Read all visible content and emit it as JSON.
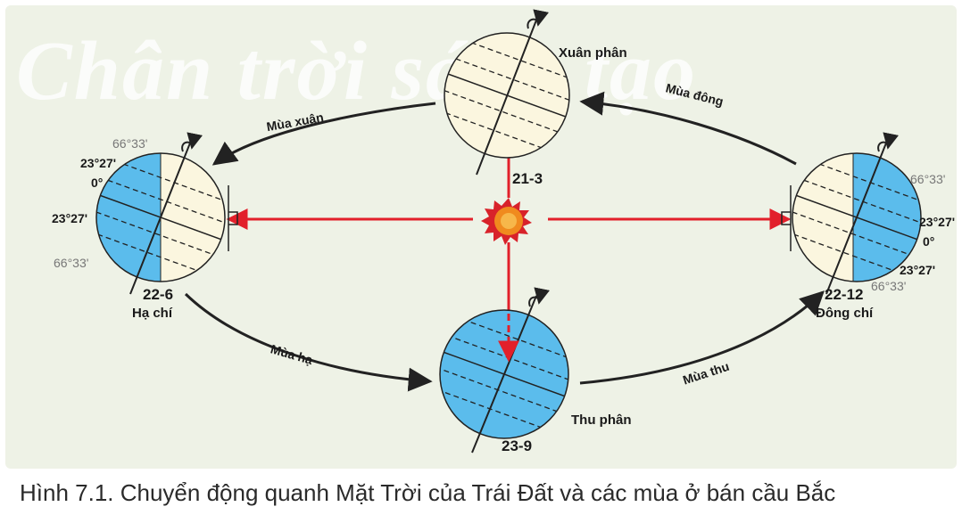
{
  "watermark": "Chân trời sáng tạo",
  "caption": "Hình 7.1. Chuyển động quanh Mặt Trời của Trái Đất và các mùa ở bán cầu Bắc",
  "colors": {
    "day_side": "#fbf6df",
    "night_side": "#5bbcec",
    "sun_core": "#f08a1e",
    "sun_rays": "#d8222a",
    "orbit": "#222222",
    "sun_ray_lines": "#e2202b"
  },
  "positions": {
    "spring": {
      "name": "Xuân phân",
      "date": "21-3"
    },
    "summer": {
      "name": "Hạ chí",
      "date": "22-6"
    },
    "autumn": {
      "name": "Thu phân",
      "date": "23-9"
    },
    "winter": {
      "name": "Đông chí",
      "date": "22-12"
    }
  },
  "seasons": {
    "spring": "Mùa xuân",
    "summer": "Mùa hạ",
    "autumn": "Mùa thu",
    "winter": "Mùa đông"
  },
  "latitudes": {
    "arctic": "66°33'",
    "tropic": "23°27'",
    "equator": "0°"
  }
}
